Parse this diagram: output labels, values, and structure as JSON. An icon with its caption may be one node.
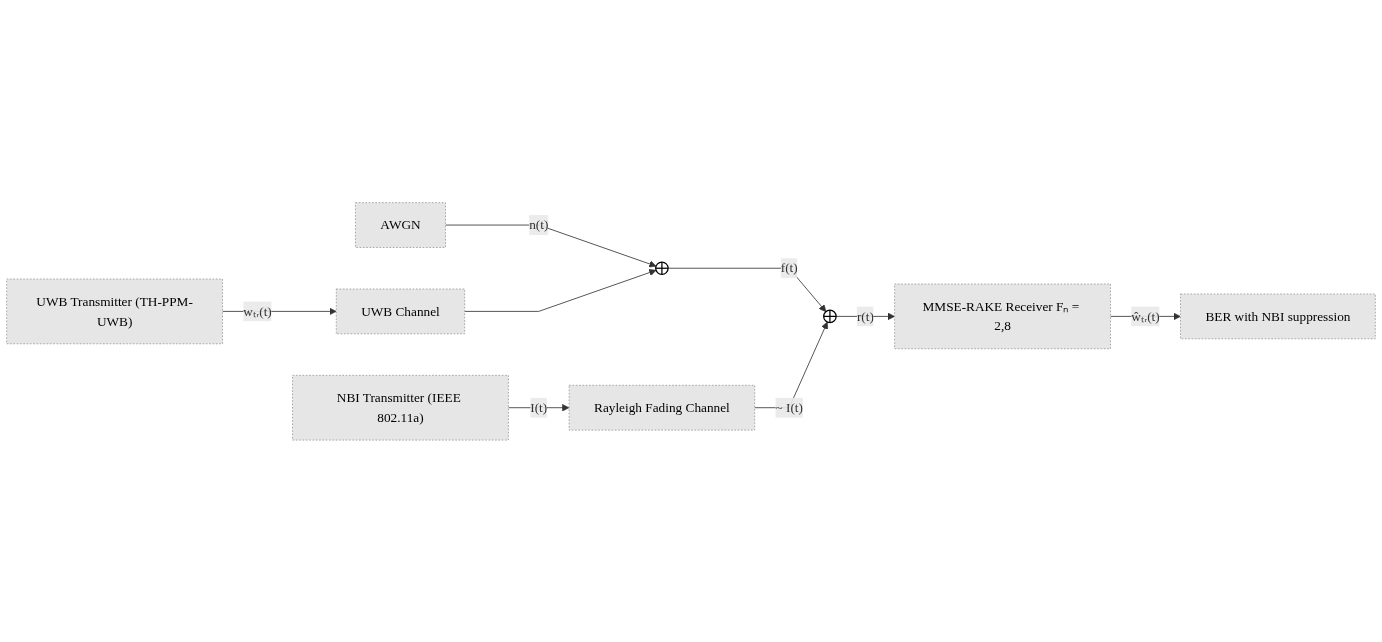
{
  "diagram": {
    "nodes": [
      {
        "text": [
          "AWGN"
        ]
      },
      {
        "text": [
          "UWB Transmitter (TH-PPM-UWB)"
        ]
      },
      {
        "text": [
          "UWB Channel"
        ]
      },
      {
        "text": [],
        "shape": "circle"
      },
      {
        "text": [],
        "shape": "circle"
      },
      {
        "text": [
          "MMSE-RAKE Receiver Fₙ = 2,8"
        ]
      },
      {
        "text": [
          "BER with NBI suppression"
        ]
      },
      {
        "text": [
          "NBI Transmitter (IEEE 802.11a)"
        ]
      },
      {
        "text": [
          "Rayleigh Fading Channel"
        ]
      }
    ],
    "edges": [
      {
        "from": 0,
        "to": 3,
        "arrow": "to",
        "label": "n(t)"
      },
      {
        "from": 1,
        "to": 2,
        "arrow": "to",
        "label": "wₜᵣ(t)"
      },
      {
        "from": 2,
        "to": 3,
        "arrow": "to"
      },
      {
        "from": 3,
        "to": 4,
        "arrow": "to",
        "label": "f(t)"
      },
      {
        "from": 4,
        "to": 5,
        "arrow": "to",
        "label": "r(t)"
      },
      {
        "from": 5,
        "to": 6,
        "arrow": "to",
        "label": "ŵₜᵣ(t)"
      },
      {
        "from": 7,
        "to": 8,
        "arrow": "to",
        "label": "I(t)"
      },
      {
        "from": 8,
        "to": 4,
        "arrow": "to",
        "label": "~ I(t)"
      }
    ]
  }
}
